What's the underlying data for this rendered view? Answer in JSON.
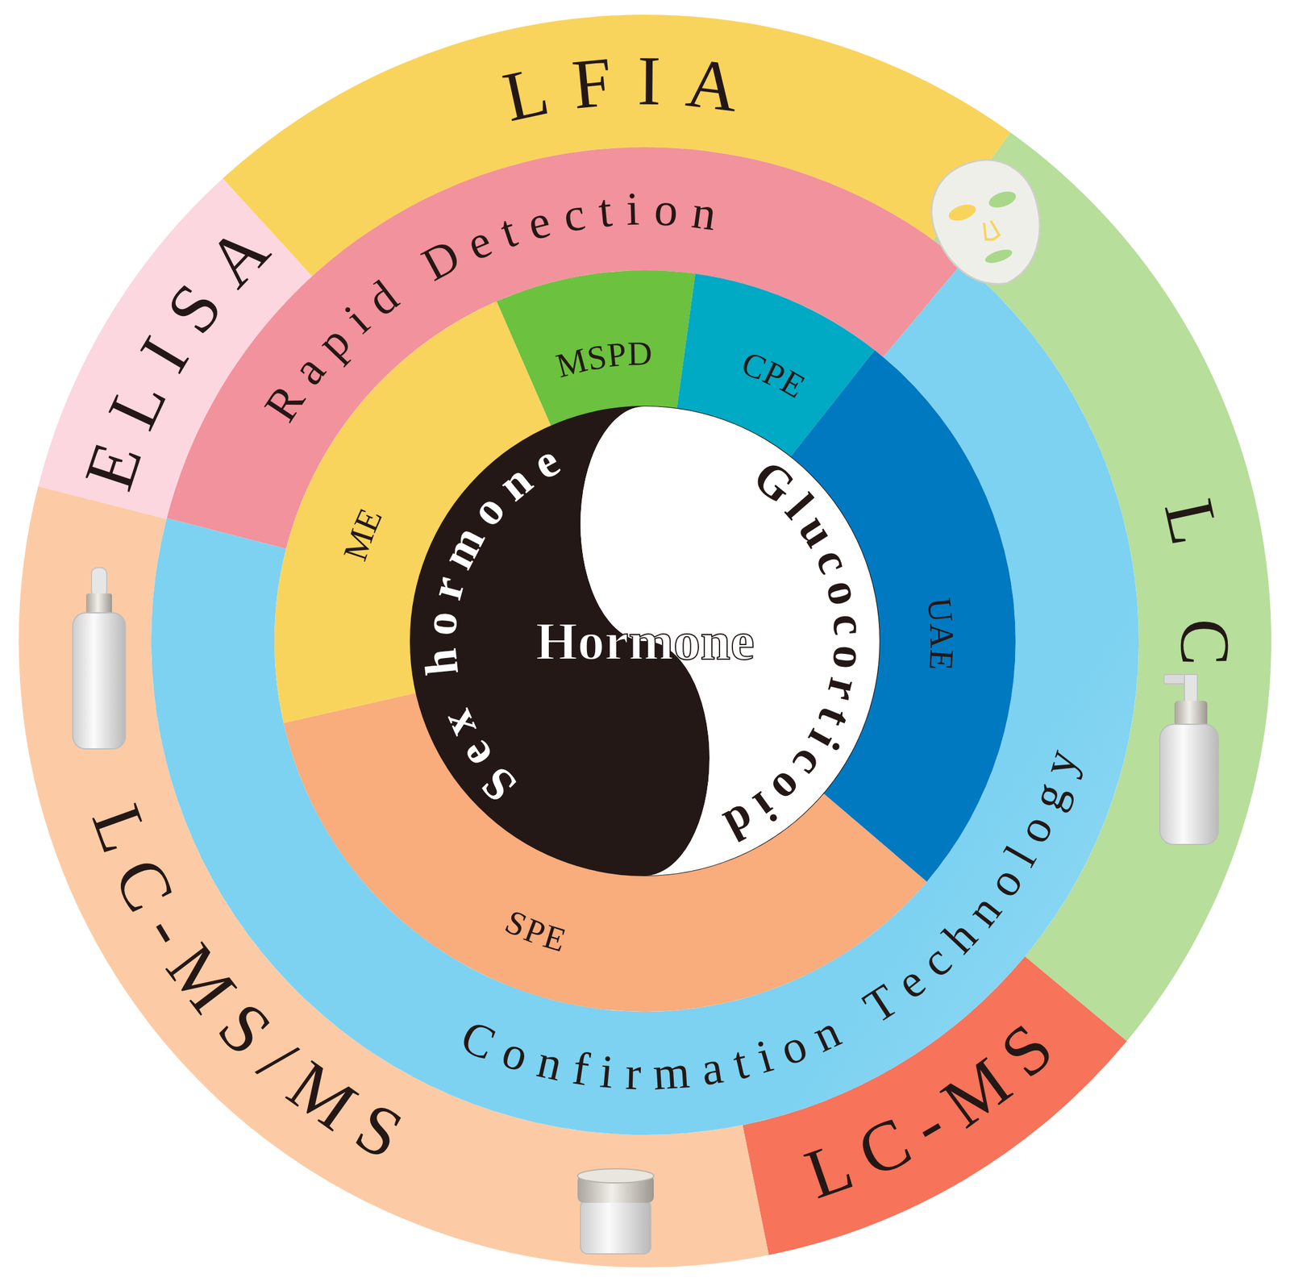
{
  "diagram": {
    "nodes": [
      {
        "text": [
          "LFIA"
        ]
      },
      {
        "text": [
          "LC"
        ]
      },
      {
        "text": [
          "LC-MS"
        ]
      },
      {
        "text": [
          "LC-MS/MS"
        ]
      },
      {
        "text": [
          "ELISA"
        ]
      },
      {
        "text": [
          "Rapid Detection"
        ]
      },
      {
        "text": [
          "Confirmation Technology"
        ]
      },
      {
        "text": [
          "ME"
        ]
      },
      {
        "text": [
          "MSPD"
        ]
      },
      {
        "text": [
          "CPE"
        ]
      },
      {
        "text": [
          "UAE"
        ]
      },
      {
        "text": [
          "SPE"
        ]
      },
      {
        "text": [
          "Hormone"
        ]
      },
      {
        "text": [
          "Sex hormone"
        ],
        "in": 12
      },
      {
        "text": [
          "Glucocorticoid"
        ],
        "in": 12
      }
    ]
  }
}
